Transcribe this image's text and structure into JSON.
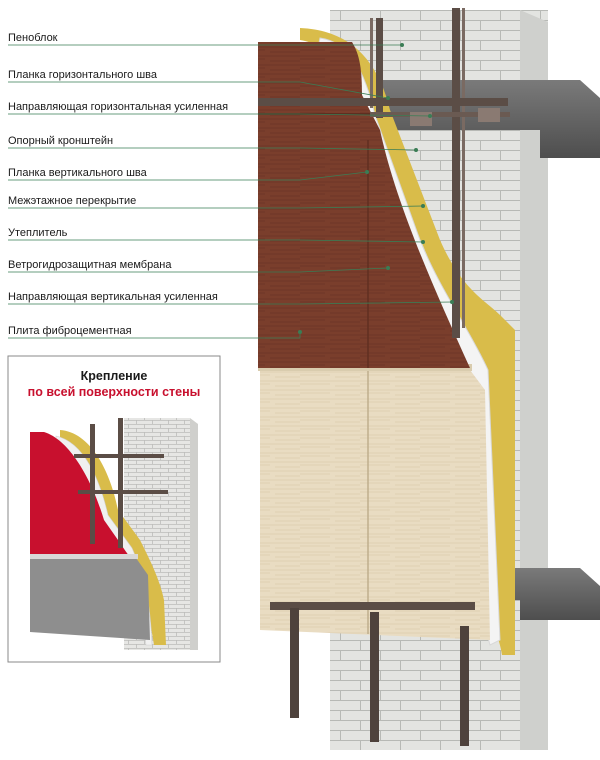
{
  "labels": [
    {
      "id": "penoblok",
      "text": "Пеноблок"
    },
    {
      "id": "planka-gor",
      "text": "Планка горизонтального шва"
    },
    {
      "id": "napr-gor",
      "text": "Направляющая горизонтальная усиленная"
    },
    {
      "id": "kronshtein",
      "text": "Опорный кронштейн"
    },
    {
      "id": "planka-vert",
      "text": "Планка вертикального шва"
    },
    {
      "id": "perekrytie",
      "text": "Межэтажное перекрытие"
    },
    {
      "id": "uteplitel",
      "text": "Утеплитель"
    },
    {
      "id": "membrana",
      "text": "Ветрогидрозащитная мембрана"
    },
    {
      "id": "napr-vert",
      "text": "Направляющая вертикальная усиленная"
    },
    {
      "id": "plita",
      "text": "Плита фиброцементная"
    }
  ],
  "inset": {
    "title_line1": "Крепление",
    "title_line2": "по всей поверхности стены"
  },
  "colors": {
    "leader": "#3a7d55",
    "accent_red": "#c8102e",
    "brick": "#7a3e2c",
    "beige": "#e9dcc2",
    "insulation": "#d9bc4a",
    "membrane": "#f2f2f2",
    "steel": "#5b4d46",
    "slab": "#606060",
    "block": "#dfe0dd"
  }
}
